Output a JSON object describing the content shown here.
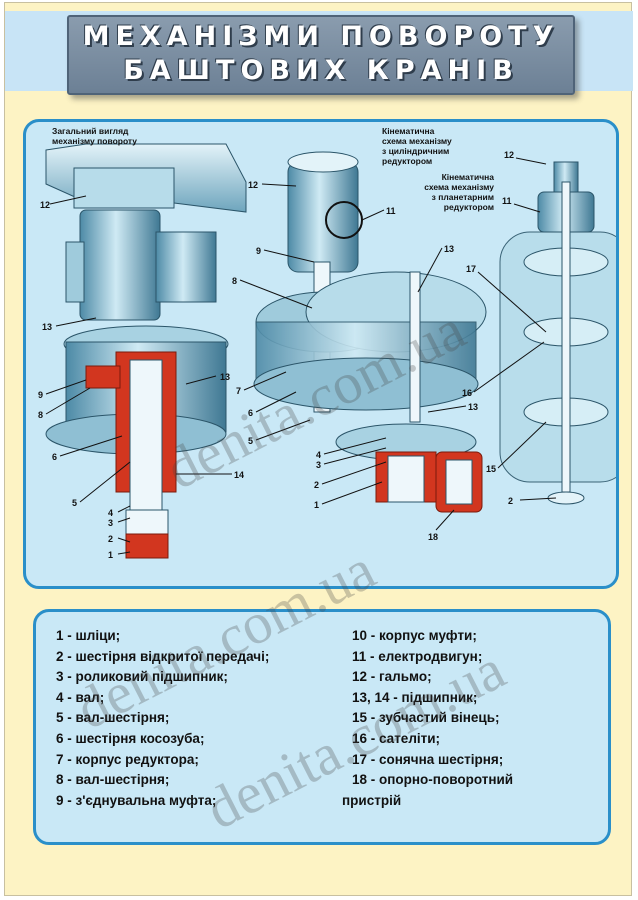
{
  "title": {
    "line1": "Механізми повороту",
    "line2": "баштових кранів"
  },
  "captions": {
    "general_view": [
      "Загальний вигляд",
      "механізму повороту"
    ],
    "cylindrical": [
      "Кінематична",
      "схема механізму",
      "з циліндричним",
      "редуктором"
    ],
    "planetary": [
      "Кінематична",
      "схема механізму",
      "з планетарним",
      "редуктором"
    ]
  },
  "figure1_labels": [
    "12",
    "13",
    "9",
    "8",
    "13",
    "6",
    "5",
    "14",
    "4",
    "3",
    "2",
    "1"
  ],
  "figure2_labels": [
    "12",
    "11",
    "9",
    "8",
    "13",
    "7",
    "6",
    "5",
    "4",
    "3",
    "2",
    "1",
    "13",
    "18"
  ],
  "figure3_labels": [
    "12",
    "11",
    "17",
    "16",
    "15",
    "2"
  ],
  "legend_left": [
    "1 - шліци;",
    "2 - шестірня відкритої передачі;",
    "3 - роликовий підшипник;",
    "4 - вал;",
    "5 - вал-шестірня;",
    "6 - шестірня косозуба;",
    "7 - корпус редуктора;",
    "8 - вал-шестірня;",
    "9 - з'єднувальна муфта;"
  ],
  "legend_right": [
    "10 - корпус муфти;",
    "11 - електродвигун;",
    "12 - гальмо;",
    "13, 14 - підшипник;",
    "15 - зубчастий вінець;",
    "16 - сателіти;",
    "17 - сонячна шестірня;",
    "18 - опорно-поворотний",
    "пристрій"
  ],
  "watermark": "denita.com.ua",
  "colors": {
    "panel_fill": "#c9e8f6",
    "panel_border": "#2a8fc9",
    "background": "#fdf3c4",
    "accent_red": "#d2361f"
  }
}
